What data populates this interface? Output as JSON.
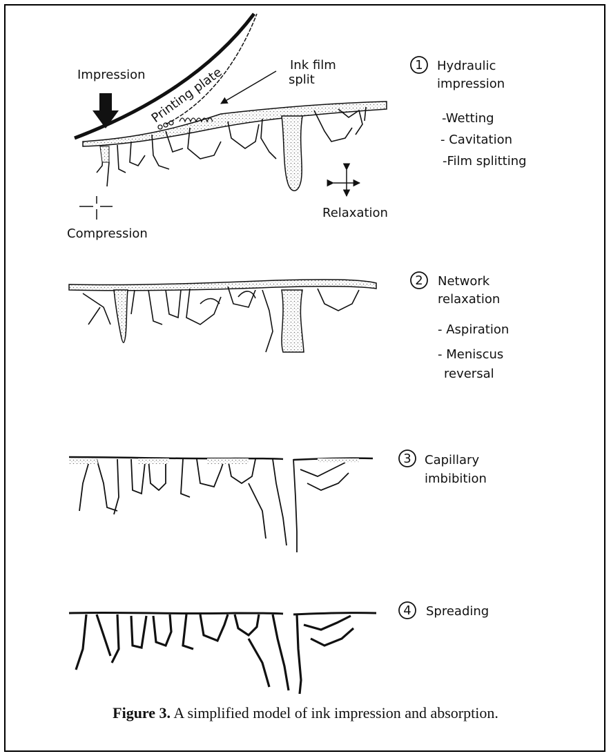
{
  "labels": {
    "impression": "Impression",
    "printing_plate": "Printing plate",
    "ink_film_split_1": "Ink film",
    "ink_film_split_2": "split",
    "compression": "Compression",
    "relaxation": "Relaxation"
  },
  "stages": [
    {
      "number": "1",
      "title_lines": [
        "Hydraulic",
        "impression"
      ],
      "items": [
        "-Wetting",
        "- Cavitation",
        "-Film splitting"
      ]
    },
    {
      "number": "2",
      "title_lines": [
        "Network",
        "relaxation"
      ],
      "items": [
        "- Aspiration",
        "- Meniscus",
        "reversal"
      ]
    },
    {
      "number": "3",
      "title_lines": [
        "Capillary",
        "imbibition"
      ],
      "items": []
    },
    {
      "number": "4",
      "title_lines": [
        "Spreading"
      ],
      "items": []
    }
  ],
  "caption": {
    "label": "Figure 3.",
    "text": " A simplified model of ink impression and absorption."
  },
  "colors": {
    "ink": "#111111",
    "stipple": "#cfcfcf",
    "background": "#ffffff"
  }
}
